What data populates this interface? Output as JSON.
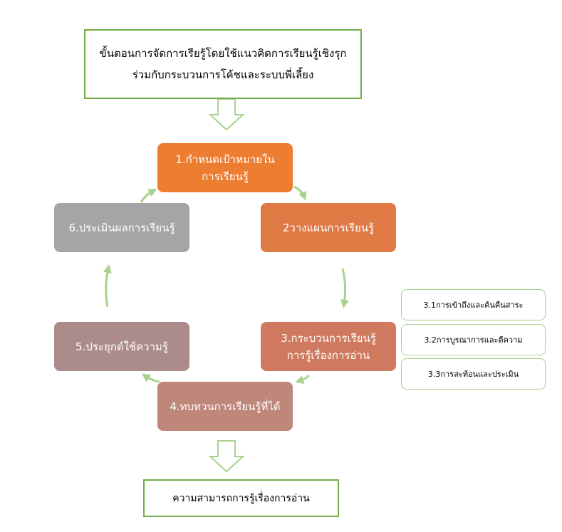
{
  "top_box": {
    "line1": "ขั้นตอนการจัดการเรียรู้โดยใช้แนวคิดการเรียนรู้เชิงรุก",
    "line2": "ร่วมกับกระบวนการโค้ชและระบบพี่เลี้ยง"
  },
  "steps": [
    {
      "line1": "1.กำหนดเป้าหมายใน",
      "line2": "การเรียนรู้",
      "color": "#ed7d31"
    },
    {
      "line1": "2วางแผนการเรียนรู้",
      "line2": "",
      "color": "#e07a45"
    },
    {
      "line1": "3.กระบวนการเรียนรู้",
      "line2": "การรู้เรื่องการอ่าน",
      "color": "#cf7a5e"
    },
    {
      "line1": "4.ทบทวนการเรียนรู้ที่ได้",
      "line2": "",
      "color": "#bf867a"
    },
    {
      "line1": "5.ประยุกต์ใช้ความรู้",
      "line2": "",
      "color": "#ac8c8a"
    },
    {
      "line1": "6.ประเมินผลการเรียนรู้",
      "line2": "",
      "color": "#a5a5a5"
    }
  ],
  "sub_steps": [
    "3.1การเข้าถึงและค้นคืนสาระ",
    "3.2การบูรณาการและตีความ",
    "3.3การสะท้อนและประเมิน"
  ],
  "bottom_box": {
    "label": "ความสามารถการรู้เรื่องการอ่าน"
  },
  "colors": {
    "outline": "#70ad47",
    "arrow": "#a9d18e"
  }
}
